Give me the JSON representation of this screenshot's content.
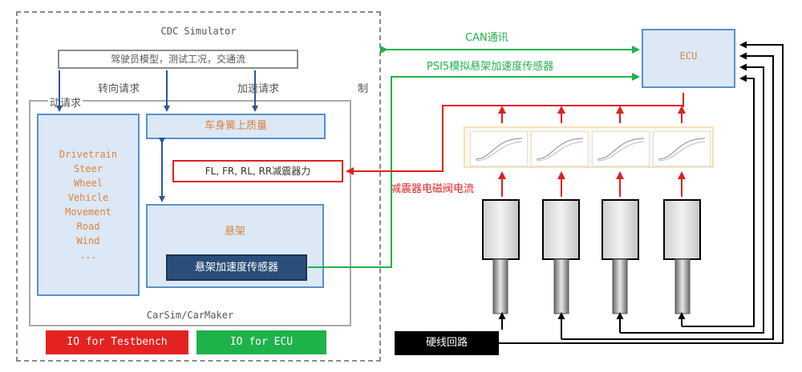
{
  "simulator": {
    "title": "CDC Simulator",
    "driver_model": "驾驶员模型，测试工况，交通流",
    "steer_request": "转向请求",
    "accel_request": "加速请求",
    "brake_request_fragment": "制",
    "drive_request_fragment": "动请求"
  },
  "carsim": {
    "label": "CarSim/CarMaker",
    "drivetrain_items": [
      "Drivetrain",
      "Steer",
      "Wheel",
      "Vehicle",
      "Movement",
      "Road",
      "Wind",
      "..."
    ],
    "sprung_mass": "车身簧上质量",
    "damper_forces": "FL, FR, RL, RR减震器力",
    "suspension": "悬架",
    "suspension_sensor": "悬架加速度传感器"
  },
  "legend": {
    "testbench": "IO for Testbench",
    "ecu": "IO for ECU",
    "hardwire": "硬线回路"
  },
  "hardware": {
    "ecu": "ECU",
    "can_comm": "CAN通讯",
    "psi5_sensor": "PSI5模拟悬架加速度传感器",
    "valve_current": "减震器电磁阀电流",
    "damper_count": 4
  },
  "colors": {
    "red": "#e02020",
    "green": "#1fb14a",
    "blue": "#2b5797",
    "black": "#000000",
    "orange_text": "#d9823f"
  }
}
